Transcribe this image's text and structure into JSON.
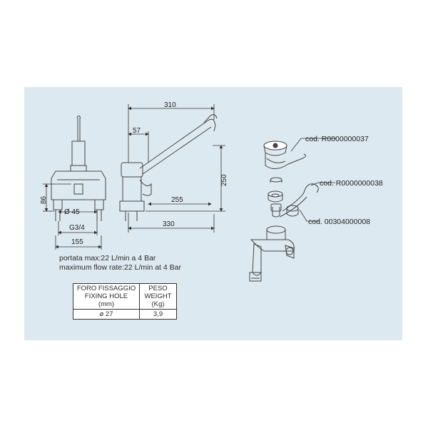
{
  "dimensions": {
    "spout_length": "310",
    "lever_offset": "57",
    "height": "250",
    "reach": "255",
    "overall_length": "330",
    "base_height": "86",
    "hole_diameter": "Ø 45",
    "thread": "G3/4",
    "base_width": "155"
  },
  "parts": {
    "lever_code": "cod. R0000000037",
    "spout_code": "cod. R0000000038",
    "cartridge_code": "cod. 00304000008"
  },
  "flow_rate": {
    "italian": "portata max:22 L/min a 4 Bar",
    "english": "maximum flow rate:22 L/min at 4 Bar"
  },
  "spec_table": {
    "headers": [
      [
        "FORO FISSAGGIO",
        "FIXING HOLE",
        "(mm)"
      ],
      [
        "PESO",
        "WEIGHT",
        "(Kg)"
      ]
    ],
    "row": [
      "ø 27",
      "3,9"
    ]
  },
  "colors": {
    "panel": "#dde9f0",
    "line": "#333333"
  }
}
